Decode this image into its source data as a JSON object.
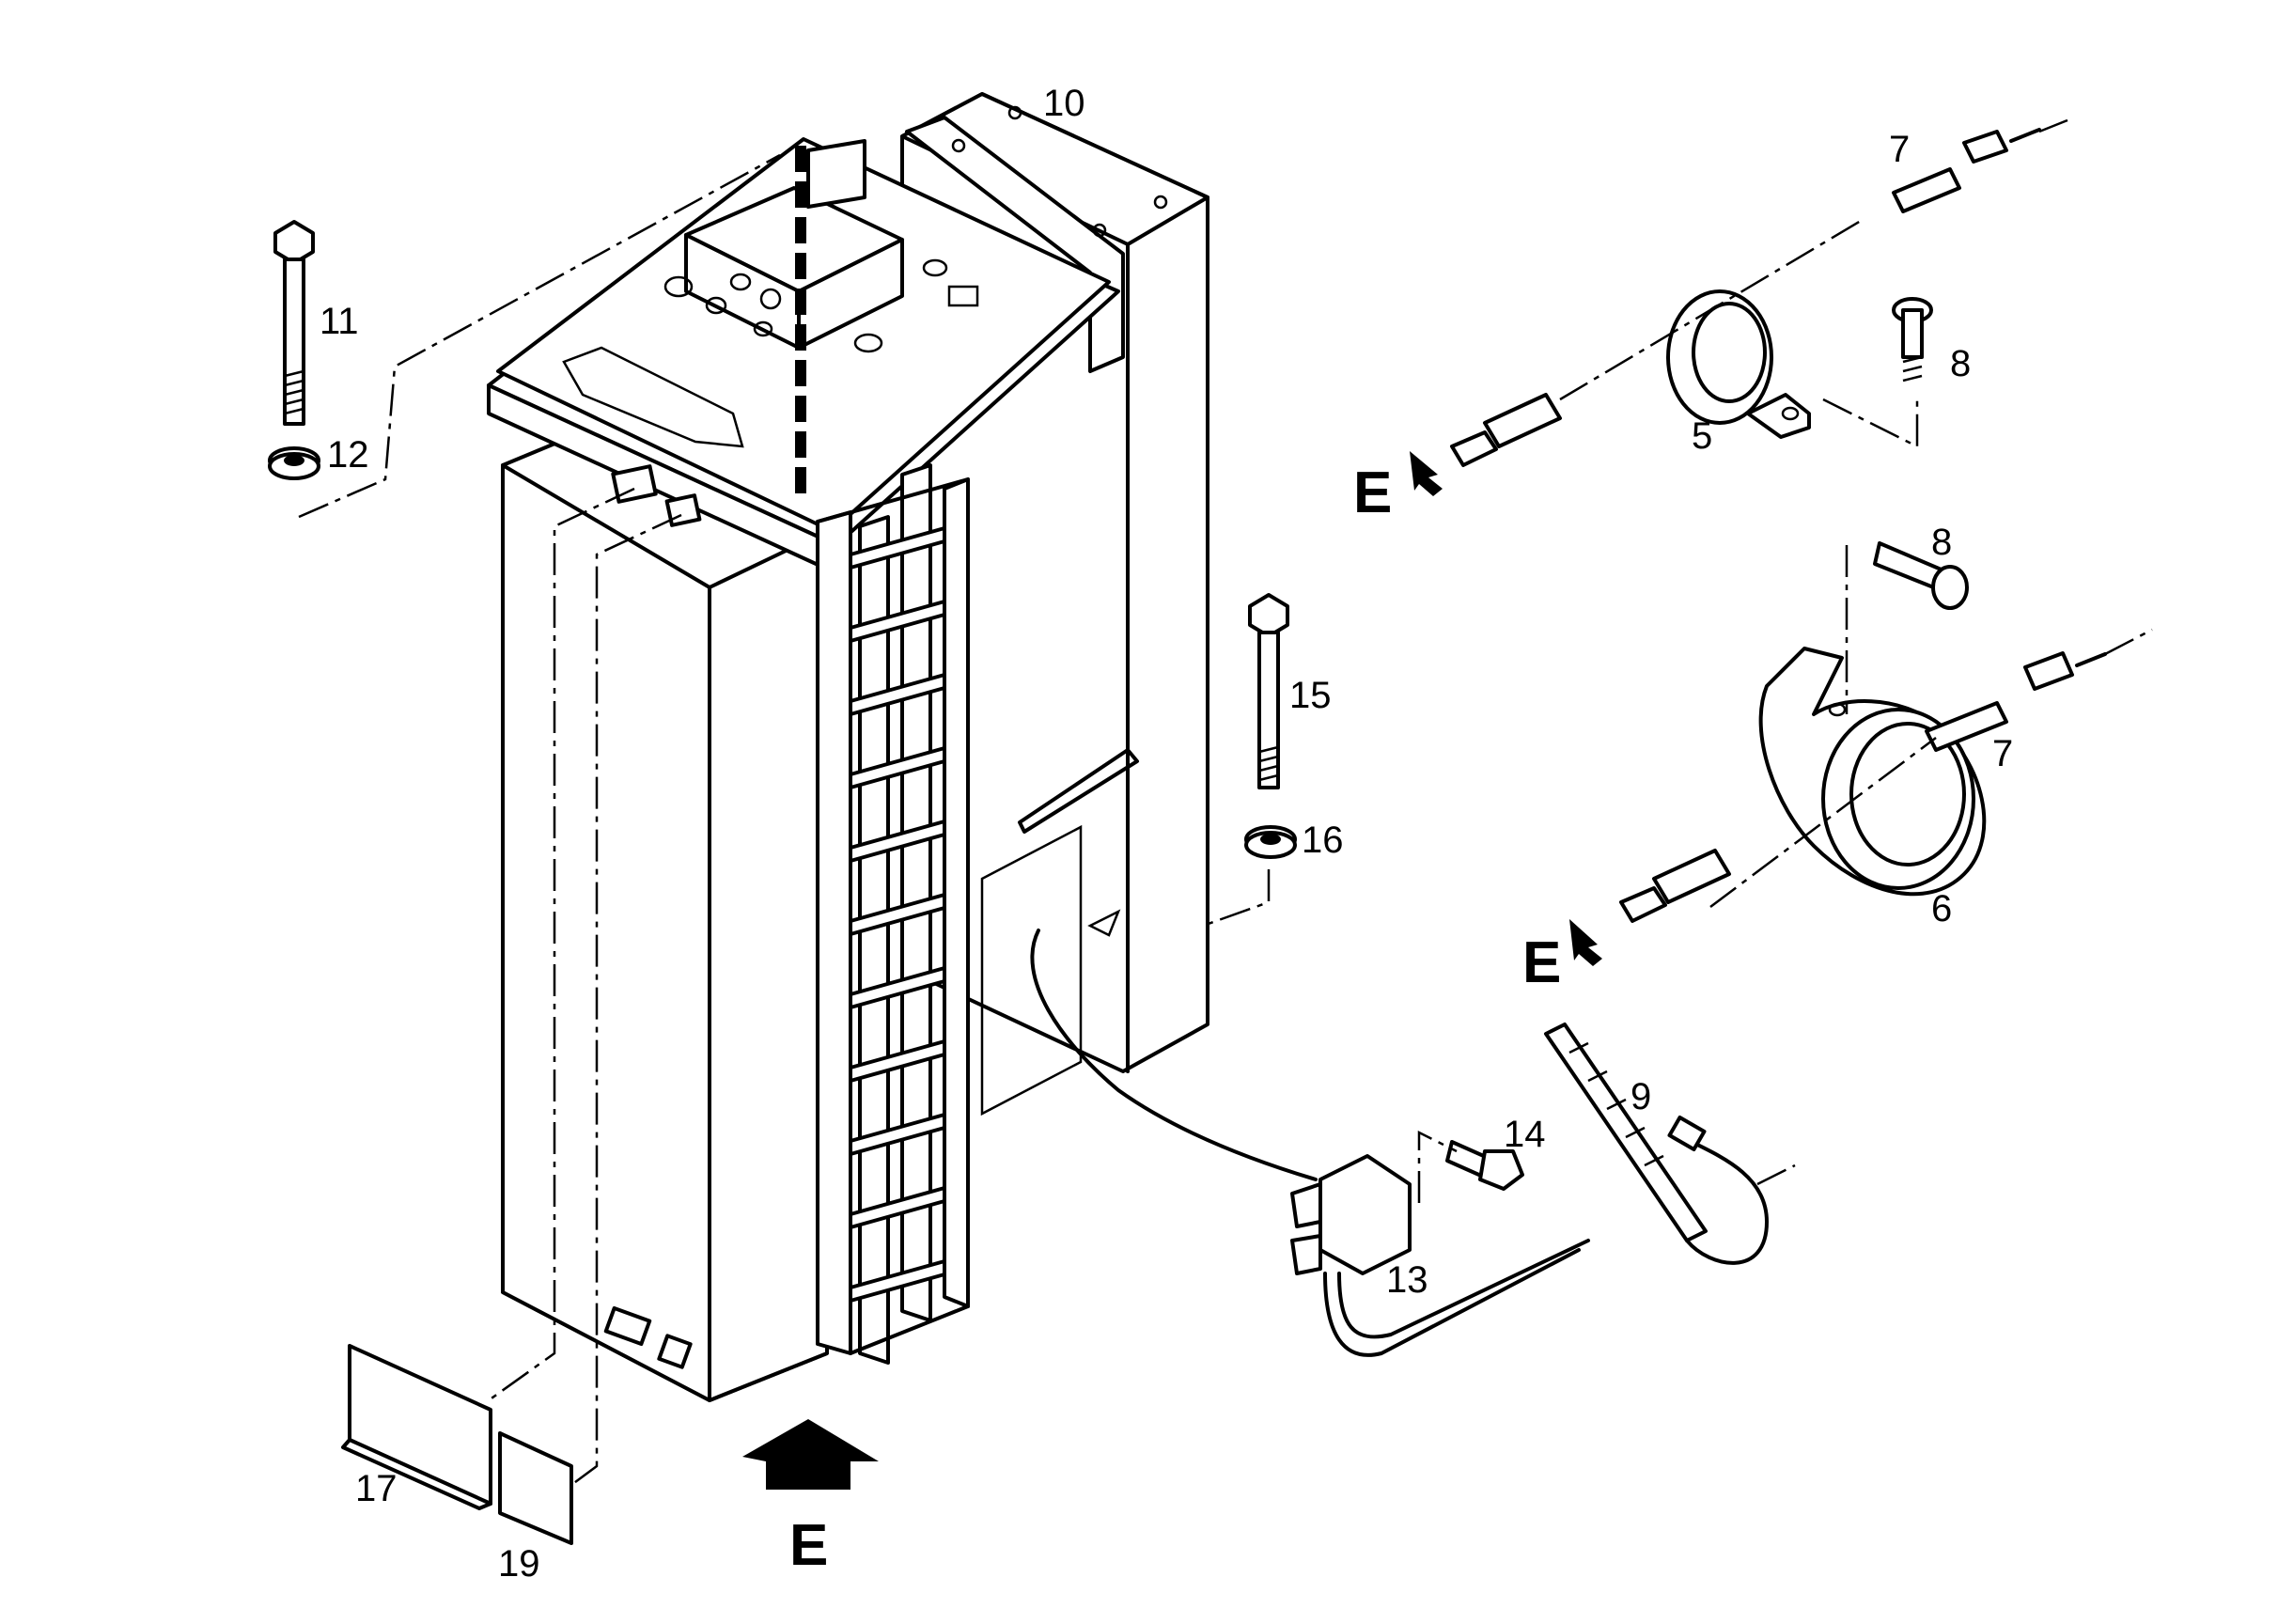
{
  "callouts": {
    "n5": "5",
    "n6": "6",
    "n7a": "7",
    "n7b": "7",
    "n8a": "8",
    "n8b": "8",
    "n9": "9",
    "n10": "10",
    "n11": "11",
    "n12": "12",
    "n13": "13",
    "n14": "14",
    "n15": "15",
    "n16": "16",
    "n17": "17",
    "n19": "19"
  },
  "view_markers": {
    "e_main": "E",
    "e_upper": "E",
    "e_lower": "E"
  }
}
